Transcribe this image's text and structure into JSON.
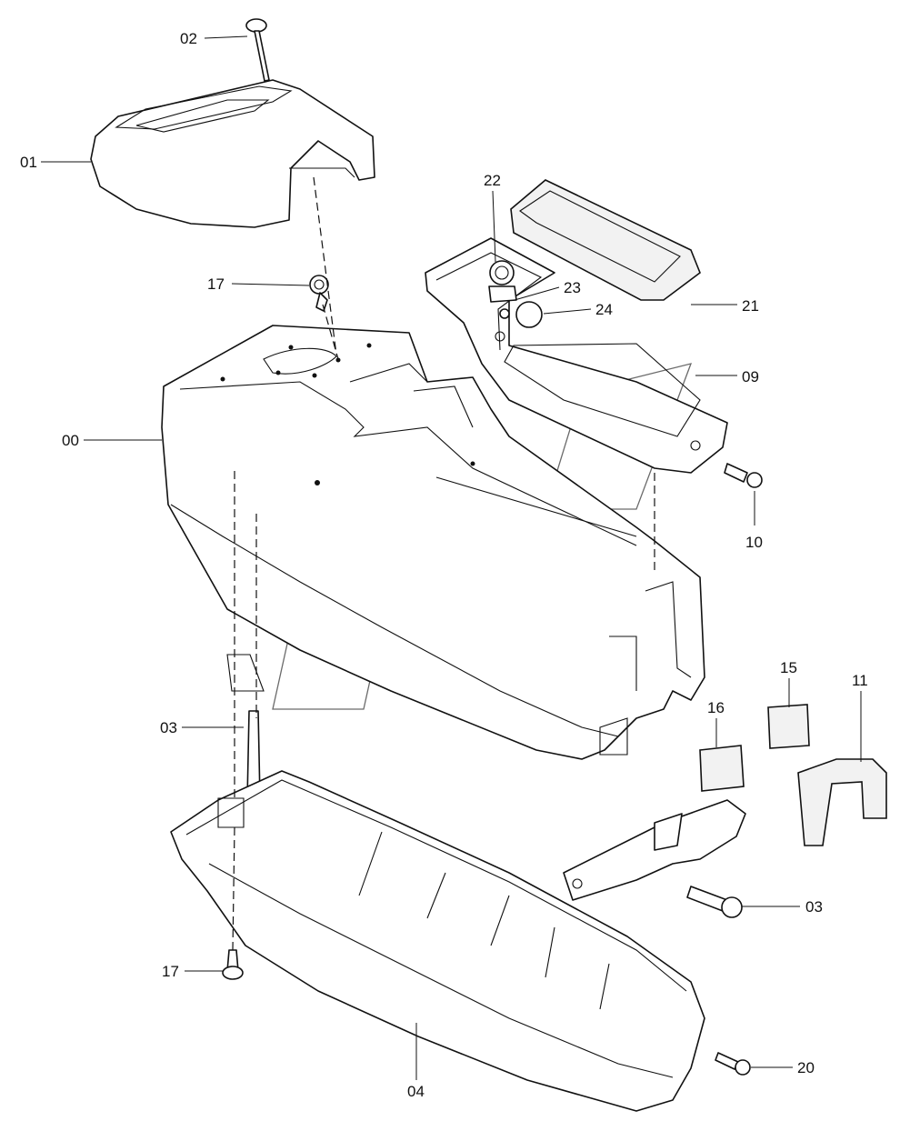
{
  "diagram": {
    "callouts": [
      {
        "id": "c00",
        "text": "00"
      },
      {
        "id": "c01",
        "text": "01"
      },
      {
        "id": "c02",
        "text": "02"
      },
      {
        "id": "c03a",
        "text": "03"
      },
      {
        "id": "c03b",
        "text": "03"
      },
      {
        "id": "c04",
        "text": "04"
      },
      {
        "id": "c09",
        "text": "09"
      },
      {
        "id": "c10",
        "text": "10"
      },
      {
        "id": "c11",
        "text": "11"
      },
      {
        "id": "c15",
        "text": "15"
      },
      {
        "id": "c16",
        "text": "16"
      },
      {
        "id": "c17a",
        "text": "17"
      },
      {
        "id": "c17b",
        "text": "17"
      },
      {
        "id": "c20",
        "text": "20"
      },
      {
        "id": "c21",
        "text": "21"
      },
      {
        "id": "c22",
        "text": "22"
      },
      {
        "id": "c23",
        "text": "23"
      },
      {
        "id": "c24",
        "text": "24"
      }
    ]
  }
}
